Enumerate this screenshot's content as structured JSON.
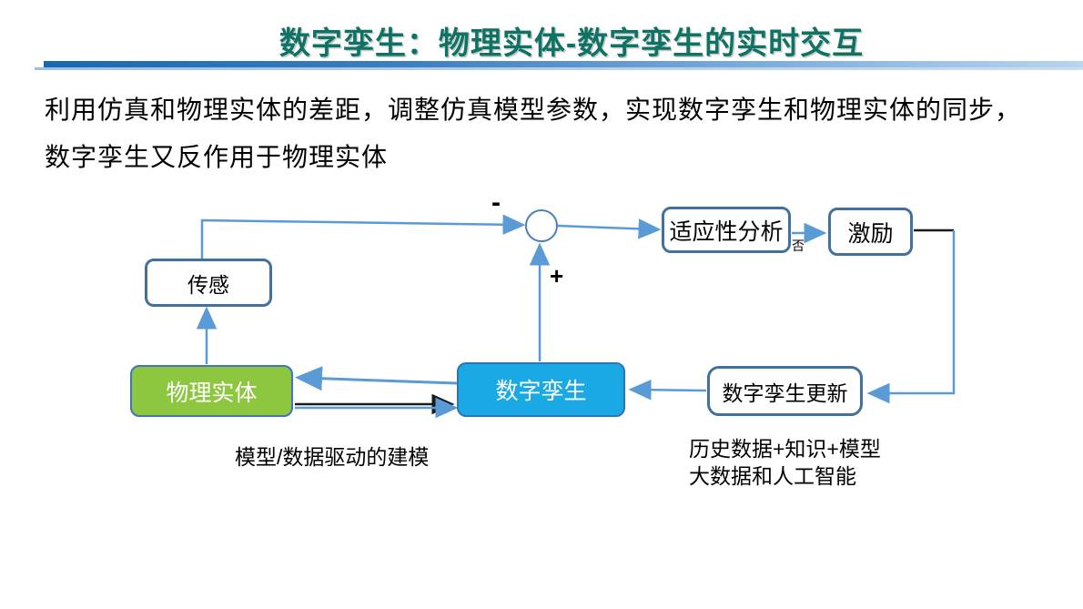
{
  "title": "数字孪生：物理实体-数字孪生的实时交互",
  "paragraph": {
    "line1": "利用仿真和物理实体的差距，调整仿真模型参数，实现数字孪生和物理实体的同步，",
    "line2": "数字孪生又反作用于物理实体"
  },
  "diagram": {
    "nodes": {
      "sensing": "传感",
      "physical_entity": "物理实体",
      "digital_twin": "数字孪生",
      "adaptive_analysis": "适应性分析",
      "excitation": "激励",
      "twin_update": "数字孪生更新"
    },
    "labels": {
      "minus": "-",
      "plus": "+",
      "no": "否"
    },
    "annotations": {
      "modeling": "模型/数据驱动的建模",
      "history_data": "历史数据+知识+模型",
      "big_data": "大数据和人工智能"
    },
    "colors": {
      "title_text": "#0E7265",
      "underline_blue": "#1A67AE",
      "arrow_blue": "#5B9BD5",
      "arrow_black": "#1a1a1a",
      "box_border": "#41719C",
      "green_fill": "#8DC63F",
      "green_border": "#4472C4",
      "cyan_fill": "#1BA9E6",
      "cyan_border": "#2E75B6"
    }
  }
}
